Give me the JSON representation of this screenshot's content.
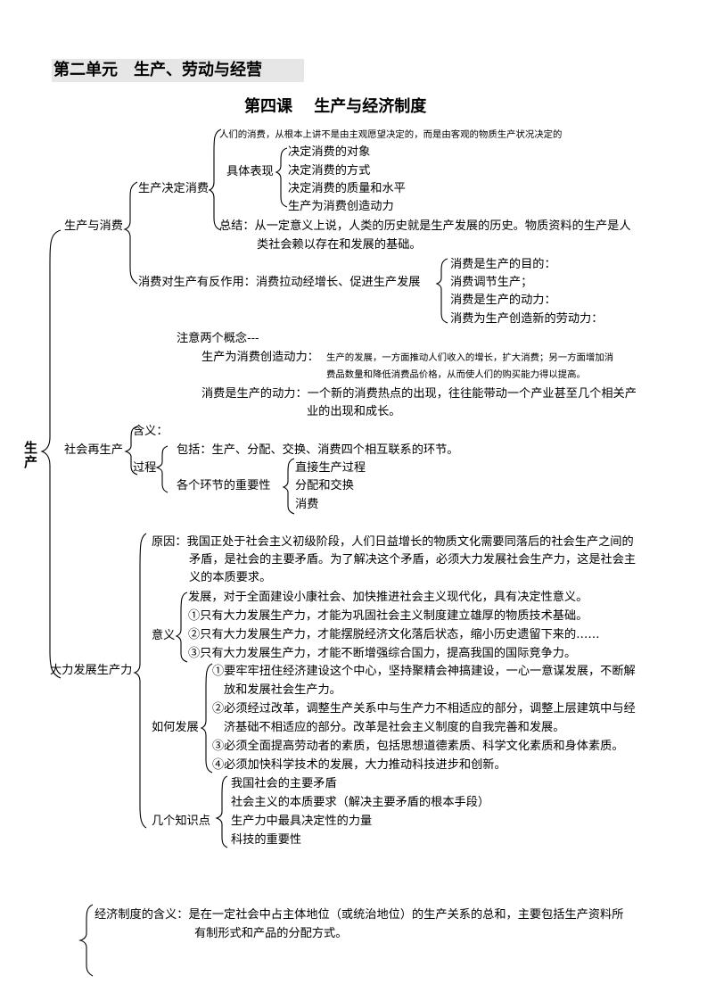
{
  "unit_title": "第二单元　生产、劳动与经营",
  "lesson_title": "第四课　 生产与经济制度",
  "root": [
    "生",
    "产"
  ],
  "production_consumption": {
    "label": "生产与消费",
    "determines": {
      "label": "生产决定消费",
      "line1": "人们的消费，从根本上讲不是由主观愿望决定的，而是由客观的物质生产状况决定的",
      "specific_label": "具体表现",
      "specific": [
        "决定消费的对象",
        "决定消费的方式",
        "决定消费的质量和水平",
        "生产为消费创造动力"
      ],
      "summary1": "总结：从一定意义上说，人类的历史就是生产发展的历史。物质资料的生产是人",
      "summary2": "类社会赖以存在和发展的基础。"
    },
    "reaction": {
      "label": "消费对生产有反作用：消费拉动经增长、促进生产发展",
      "items": [
        "消费是生产的目的：",
        "消费调节生产；",
        "消费是生产的动力：",
        "消费为生产创造新的劳动力："
      ]
    },
    "notes": {
      "heading": "注意两个概念---",
      "c1_label": "生产为消费创造动力：",
      "c1_line1": "生产的发展，一方面推动人们收入的增长，扩大消费；另一方面增加消",
      "c1_line2": "费品数量和降低消费品价格，从而使人们的购买能力得以提高。",
      "c2_line1": "消费是生产的动力：一个新的消费热点的出现，往往能带动一个产业甚至几个相关产",
      "c2_line2": "业的出现和成长。"
    }
  },
  "reproduction": {
    "label": "社会再生产",
    "meaning": "含义：",
    "process_label": "过程",
    "includes": "包括：生产、分配、交换、消费四个相互联系的环节。",
    "importance_label": "各个环节的重要性",
    "importance": [
      "直接生产过程",
      "分配和交换",
      "消费"
    ]
  },
  "productivity": {
    "label": "大力发展生产力",
    "reason1": "原因：我国正处于社会主义初级阶段，人们日益增长的物质文化需要同落后的社会生产之间的",
    "reason2": "矛盾，是社会的主要矛盾。为了解决这个矛盾，必须大力发展社会生产力，这是社会主",
    "reason3": "义的本质要求。",
    "significance_label": "意义",
    "significance": [
      "发展，对于全面建设小康社会、加快推进社会主义现代化，具有决定性意义。",
      "①只有大力发展生产力，才能为巩固社会主义制度建立雄厚的物质技术基础。",
      "②只有大力发展生产力，才能摆脱经济文化落后状态，缩小历史遗留下来的……",
      "③只有大力发展生产力，才能不断增强综合国力，提高我国的国际竞争力。"
    ],
    "how_label": "如何发展",
    "how": [
      "①要牢牢扭住经济建设这个中心，坚持聚精会神搞建设，一心一意谋发展，不断解",
      "放和发展社会生产力。",
      "②必须经过改革，调整生产关系中与生产力不相适应的部分，调整上层建筑中与经",
      "济基础不相适应的部分。改革是社会主义制度的自我完善和发展。",
      "③必须全面提高劳动者的素质，包括思想道德素质、科学文化素质和身体素质。",
      "④必须加快科学技术的发展，大力推动科技进步和创新。"
    ],
    "points_label": "几个知识点",
    "points": [
      "我国社会的主要矛盾",
      "社会主义的本质要求（解决主要矛盾的根本手段）",
      "生产力中最具决定性的力量",
      "科技的重要性"
    ]
  },
  "economic_system": {
    "line1": "经济制度的含义：是在一定社会中占主体地位（或统治地位）的生产关系的总和，主要包括生产资料所",
    "line2": "有制形式和产品的分配方式。"
  }
}
